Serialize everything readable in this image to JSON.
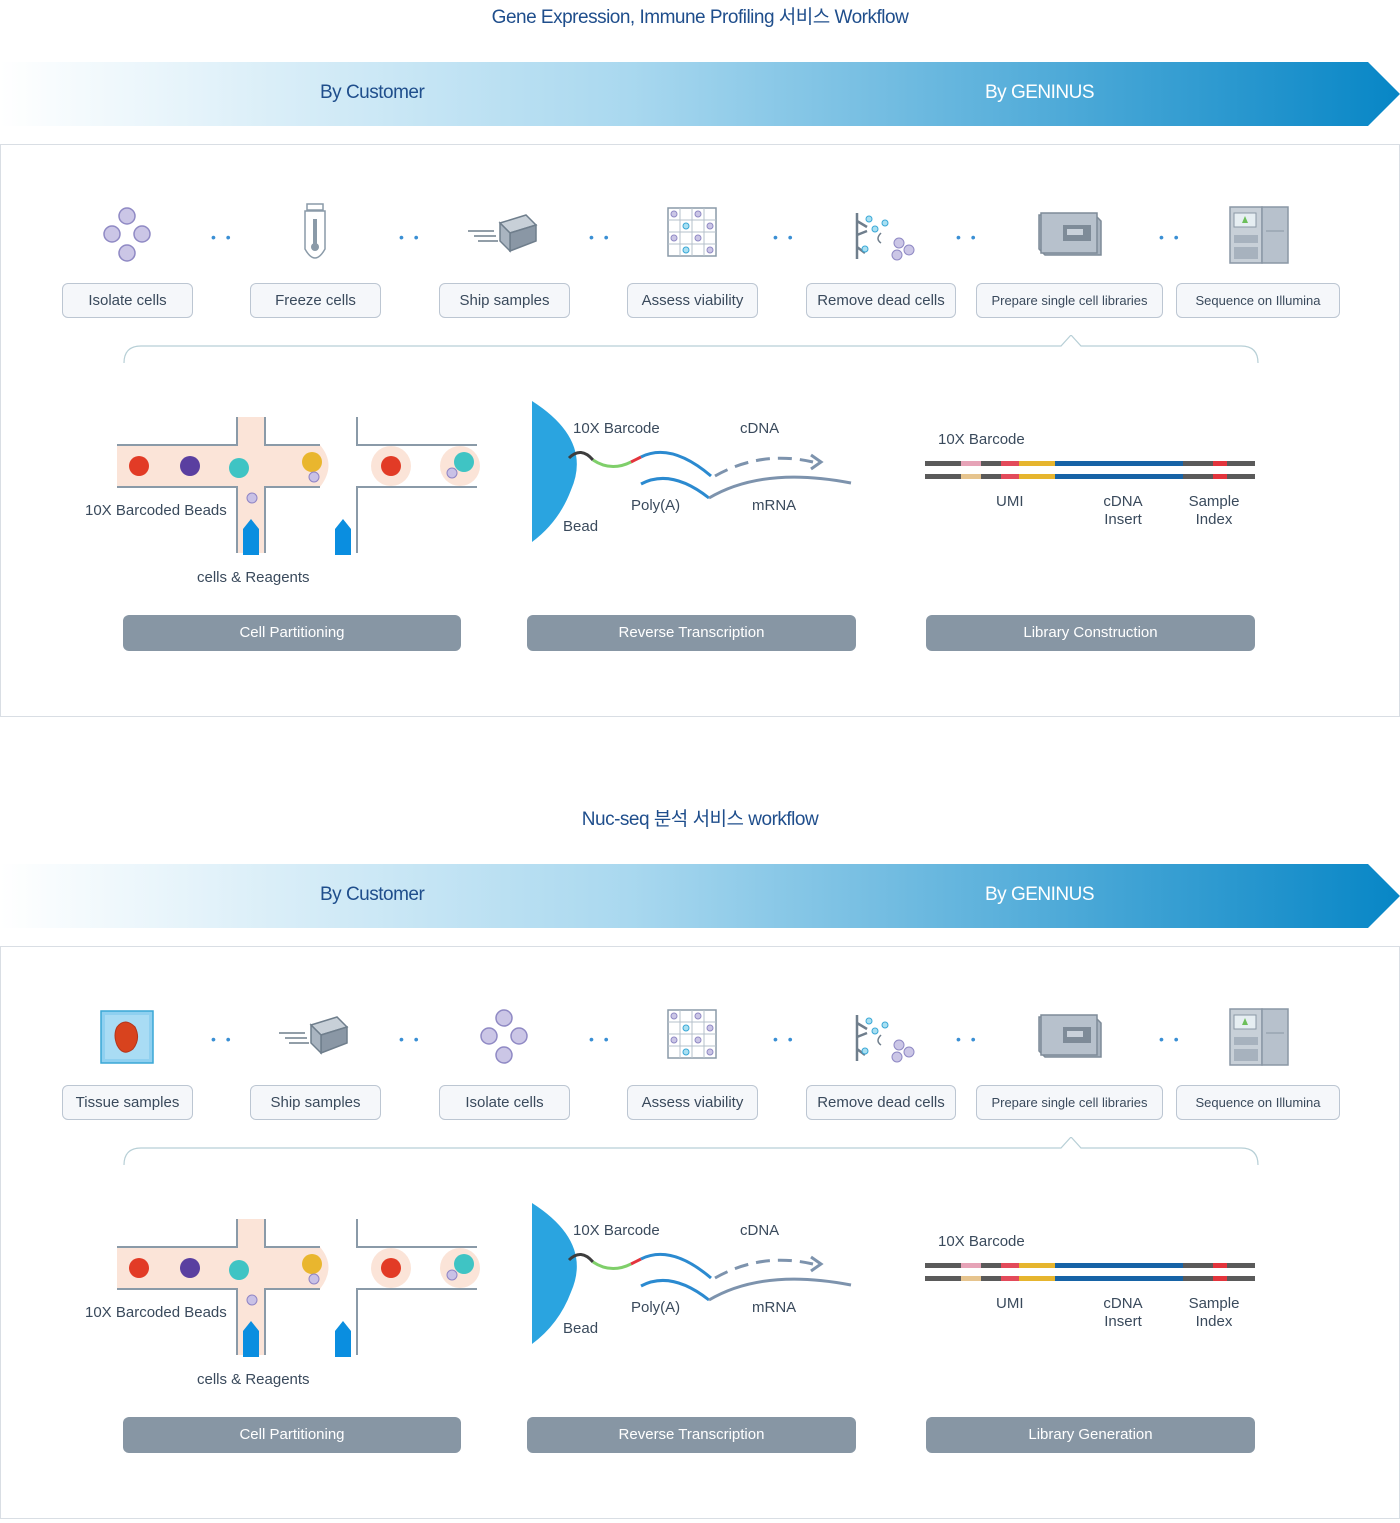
{
  "colors": {
    "title": "#1f4e8c",
    "accent": "#0a86c8",
    "stage_bg": "#8796a4",
    "box_border": "#bcc6d2",
    "channel_fill": "#fbe4d8",
    "bead_red": "#e23b26",
    "bead_purple": "#5a3fa0",
    "bead_teal": "#3fc4c4",
    "bead_yellow": "#e9b62e",
    "reagent_blue": "#0a8ee0"
  },
  "sections": [
    {
      "title": "Gene Expression, Immune Profiling 서비스 Workflow",
      "banner": {
        "left": "By Customer",
        "right": "By GENINUS"
      },
      "steps": [
        {
          "label": "Isolate cells",
          "icon": "cells-icon"
        },
        {
          "label": "Freeze cells",
          "icon": "tube-icon"
        },
        {
          "label": "Ship samples",
          "icon": "box-icon"
        },
        {
          "label": "Assess viability",
          "icon": "grid-icon"
        },
        {
          "label": "Remove dead cells",
          "icon": "removal-icon"
        },
        {
          "label": "Prepare single cell libraries",
          "icon": "chromium-icon"
        },
        {
          "label": "Sequence on Illumina",
          "icon": "sequencer-icon"
        }
      ],
      "partition": {
        "beads_label": "10X Barcoded Beads",
        "reagents_label": "cells & Reagents"
      },
      "rt": {
        "barcode": "10X Barcode",
        "cdna": "cDNA",
        "bead": "Bead",
        "polya": "Poly(A)",
        "mrna": "mRNA"
      },
      "library": {
        "barcode": "10X Barcode",
        "umi": "UMI",
        "cdna": "cDNA",
        "insert": "Insert",
        "sample": "Sample",
        "index": "Index"
      },
      "stages": [
        "Cell Partitioning",
        "Reverse Transcription",
        "Library Construction"
      ]
    },
    {
      "title": "Nuc-seq 분석 서비스 workflow",
      "banner": {
        "left": "By Customer",
        "right": "By GENINUS"
      },
      "steps": [
        {
          "label": "Tissue samples",
          "icon": "tissue-icon"
        },
        {
          "label": "Ship samples",
          "icon": "box-icon"
        },
        {
          "label": "Isolate cells",
          "icon": "cells-icon"
        },
        {
          "label": "Assess viability",
          "icon": "grid-icon"
        },
        {
          "label": "Remove dead cells",
          "icon": "removal-icon"
        },
        {
          "label": "Prepare single cell libraries",
          "icon": "chromium-icon"
        },
        {
          "label": "Sequence on Illumina",
          "icon": "sequencer-icon"
        }
      ],
      "partition": {
        "beads_label": "10X Barcoded Beads",
        "reagents_label": "cells & Reagents"
      },
      "rt": {
        "barcode": "10X Barcode",
        "cdna": "cDNA",
        "bead": "Bead",
        "polya": "Poly(A)",
        "mrna": "mRNA"
      },
      "library": {
        "barcode": "10X Barcode",
        "umi": "UMI",
        "cdna": "cDNA",
        "insert": "Insert",
        "sample": "Sample",
        "index": "Index"
      },
      "stages": [
        "Cell Partitioning",
        "Reverse Transcription",
        "Library Generation"
      ]
    }
  ]
}
